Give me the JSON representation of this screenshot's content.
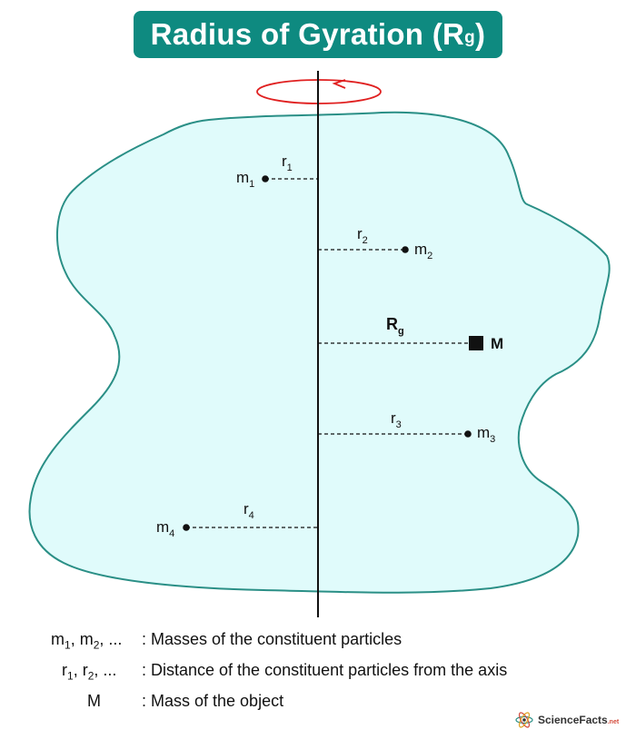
{
  "title": {
    "main": "Radius of Gyration (R",
    "sub": "g",
    "close": ")"
  },
  "diagram": {
    "particles": [
      {
        "mass": "m",
        "mass_sub": "1",
        "radius": "r",
        "radius_sub": "1"
      },
      {
        "mass": "m",
        "mass_sub": "2",
        "radius": "r",
        "radius_sub": "2"
      },
      {
        "mass": "m",
        "mass_sub": "3",
        "radius": "r",
        "radius_sub": "3"
      },
      {
        "mass": "m",
        "mass_sub": "4",
        "radius": "r",
        "radius_sub": "4"
      }
    ],
    "gyration": {
      "radius": "R",
      "radius_sub": "g",
      "mass": "M"
    }
  },
  "legend": {
    "rows": [
      {
        "term_html_parts": [
          "m",
          "1",
          ", m",
          "2",
          ", ..."
        ],
        "desc": ": Masses of the constituent particles"
      },
      {
        "term_html_parts": [
          "r",
          "1",
          ", r",
          "2",
          ", ..."
        ],
        "desc": ": Distance of the constituent particles from the axis"
      },
      {
        "term_plain": "M",
        "desc": ": Mass of the object"
      }
    ]
  },
  "logo": {
    "name": "ScienceFacts",
    "tld": ".net"
  },
  "colors": {
    "banner": "#0e8a80",
    "body_fill": "#e0fbfb",
    "body_stroke": "#2a8f86",
    "rotation_arrow": "#e02020"
  }
}
